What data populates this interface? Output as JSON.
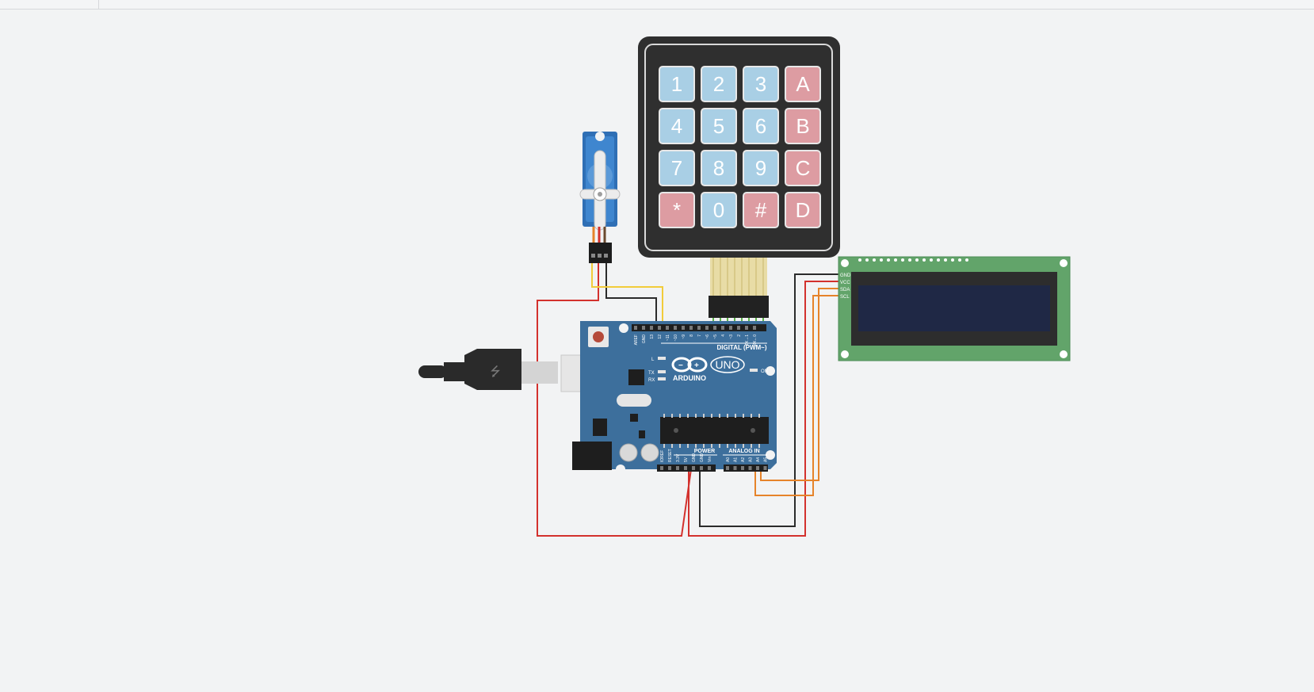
{
  "keypad": {
    "keys": [
      {
        "label": "1",
        "type": "num"
      },
      {
        "label": "2",
        "type": "num"
      },
      {
        "label": "3",
        "type": "num"
      },
      {
        "label": "A",
        "type": "letter"
      },
      {
        "label": "4",
        "type": "num"
      },
      {
        "label": "5",
        "type": "num"
      },
      {
        "label": "6",
        "type": "num"
      },
      {
        "label": "B",
        "type": "letter"
      },
      {
        "label": "7",
        "type": "num"
      },
      {
        "label": "8",
        "type": "num"
      },
      {
        "label": "9",
        "type": "num"
      },
      {
        "label": "C",
        "type": "letter"
      },
      {
        "label": "*",
        "type": "letter"
      },
      {
        "label": "0",
        "type": "num"
      },
      {
        "label": "#",
        "type": "letter"
      },
      {
        "label": "D",
        "type": "letter"
      }
    ],
    "colors": {
      "num": "#a9cfe5",
      "letter": "#dd9ca2",
      "body": "#333333"
    }
  },
  "arduino": {
    "brand": "ARDUINO",
    "model": "UNO",
    "digital_label": "DIGITAL (PWM~)",
    "power_label": "POWER",
    "analog_label": "ANALOG IN",
    "on_label": "ON",
    "l_label": "L",
    "tx_label": "TX",
    "rx_label": "RX",
    "top_pins": [
      "AREF",
      "GND",
      "13",
      "12",
      "~11",
      "~10",
      "~9",
      "8",
      "7",
      "~6",
      "~5",
      "4",
      "~3",
      "2",
      "TX→1",
      "RX←0"
    ],
    "power_pins": [
      "IOREF",
      "RESET",
      "3.3V",
      "5V",
      "GND",
      "GND",
      "Vin"
    ],
    "analog_pins": [
      "A0",
      "A1",
      "A2",
      "A3",
      "A4",
      "A5"
    ],
    "board_color": "#3d6f9c"
  },
  "lcd": {
    "pins": [
      "GND",
      "VCC",
      "SDA",
      "SCL"
    ],
    "board_color": "#62a46a",
    "screen_color": "#1f2845"
  },
  "wires": {
    "red": "#d3312d",
    "black": "#2b2b2b",
    "yellow": "#f2cc3a",
    "orange": "#e6832a"
  }
}
